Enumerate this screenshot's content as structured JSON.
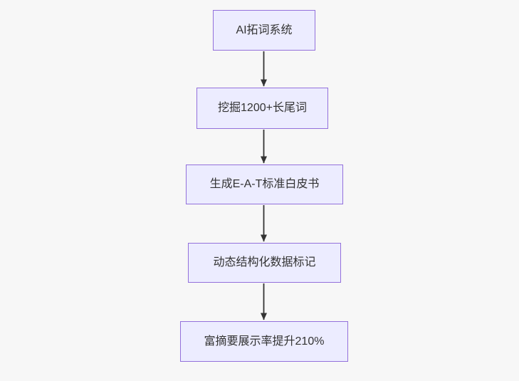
{
  "diagram": {
    "type": "flowchart",
    "direction": "top-down",
    "nodes": [
      {
        "id": "ai-word-expansion-system",
        "label": "AI拓词系统"
      },
      {
        "id": "mine-longtail-keywords",
        "label": "挖掘1200+长尾词"
      },
      {
        "id": "generate-eat-whitepaper",
        "label": "生成E-A-T标准白皮书"
      },
      {
        "id": "dynamic-structured-data",
        "label": "动态结构化数据标记"
      },
      {
        "id": "rich-snippet-rate-increase",
        "label": "富摘要展示率提升210%"
      }
    ],
    "edges": [
      {
        "from": "ai-word-expansion-system",
        "to": "mine-longtail-keywords"
      },
      {
        "from": "mine-longtail-keywords",
        "to": "generate-eat-whitepaper"
      },
      {
        "from": "generate-eat-whitepaper",
        "to": "dynamic-structured-data"
      },
      {
        "from": "dynamic-structured-data",
        "to": "rich-snippet-rate-increase"
      }
    ],
    "colors": {
      "background": "#f7f7f7",
      "node_fill": "#ececff",
      "node_border": "#9370db",
      "text": "#333333",
      "arrow": "#333333"
    }
  }
}
